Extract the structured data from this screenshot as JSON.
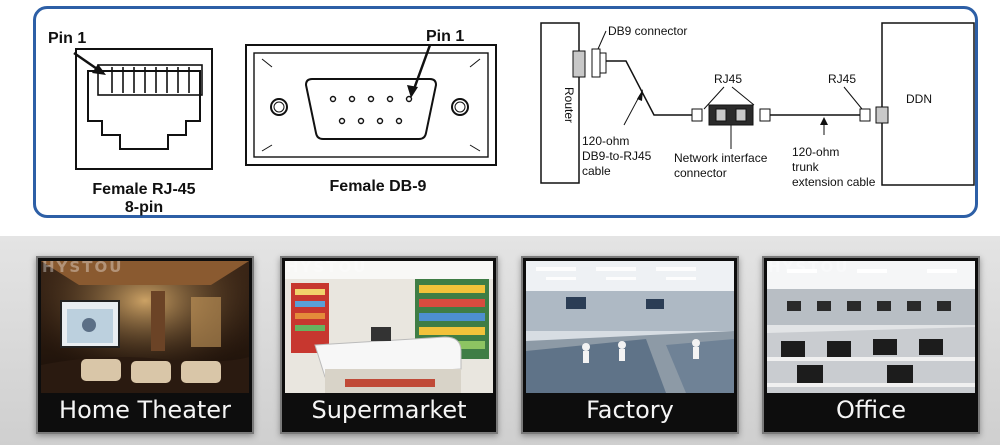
{
  "diagram": {
    "rj45": {
      "pin_label": "Pin 1",
      "caption_line1": "Female RJ-45",
      "caption_line2": "8-pin"
    },
    "db9": {
      "pin_label": "Pin 1",
      "caption": "Female DB-9"
    },
    "wiring": {
      "db9_connector": "DB9 connector",
      "router": "Router",
      "ddn": "DDN",
      "rj45_left": "RJ45",
      "rj45_right": "RJ45",
      "cable1_line1": "120-ohm",
      "cable1_line2": "DB9-to-RJ45",
      "cable1_line3": "cable",
      "nic_line1": "Network interface",
      "nic_line2": "connector",
      "trunk_line1": "120-ohm",
      "trunk_line2": "trunk",
      "trunk_line3": "extension cable"
    }
  },
  "gallery": {
    "watermark": "HYSTOU",
    "cards": [
      {
        "label": "Home Theater",
        "icon": "home-theater-photo"
      },
      {
        "label": "Supermarket",
        "icon": "supermarket-photo"
      },
      {
        "label": "Factory",
        "icon": "factory-photo"
      },
      {
        "label": "Office",
        "icon": "office-photo"
      }
    ]
  },
  "colors": {
    "panel_border": "#2d5fa6",
    "card_bg": "#0d0d0d"
  }
}
